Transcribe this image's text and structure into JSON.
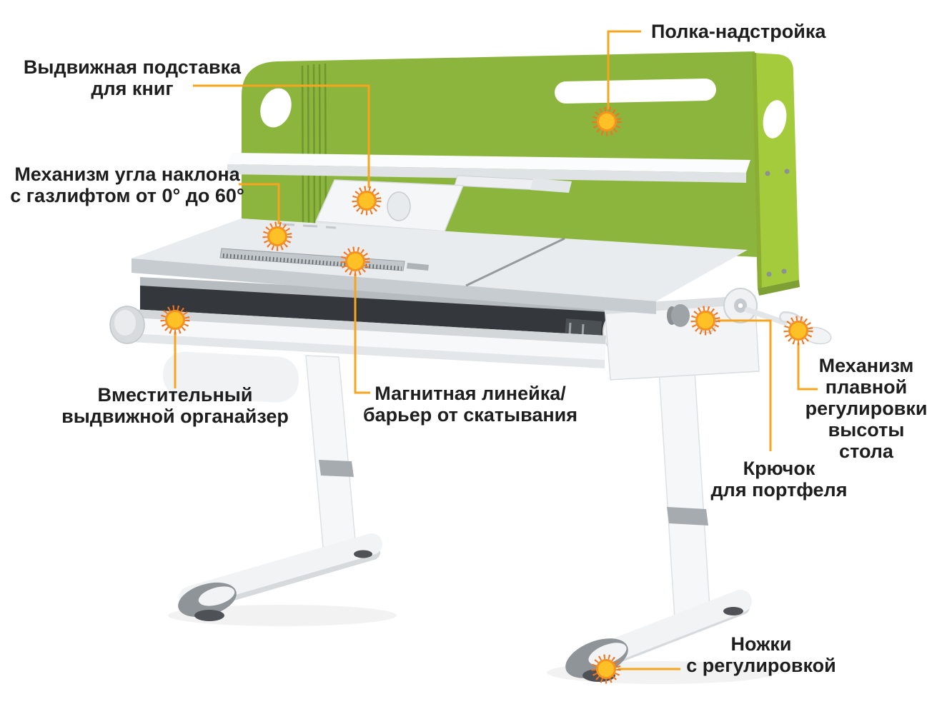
{
  "figure": {
    "kind": "annotated product feature diagram",
    "subject": "children ergonomic desk with green hutch"
  },
  "colors": {
    "background": "#FFFFFF",
    "callout_line": "#F7A41E",
    "marker_core": "#FFC126",
    "marker_spikes": "#F4731C",
    "hutch_back_green": "#8CB53E",
    "hutch_side_green": "#A4CB3C",
    "hutch_groove_green": "#6E9730",
    "desk_surface_gray": "#E9ECEF",
    "label_text": "#1E1E1E"
  },
  "labels": {
    "hutch": "Полка-надстройка",
    "book_stand": "Выдвижная подставка\nдля книг",
    "tilt_mechanism": "Механизм угла наклона\nс газлифтом от 0° до 60°",
    "organizer": "Вместительный\nвыдвижной органайзер",
    "magnetic_ruler": "Магнитная линейка/\nбарьер от скатывания",
    "height_mechanism": "Механизм\nплавной\nрегулировки\nвысоты стола",
    "hook": "Крючок\nдля портфеля",
    "feet": "Ножки\nс регулировкой"
  }
}
